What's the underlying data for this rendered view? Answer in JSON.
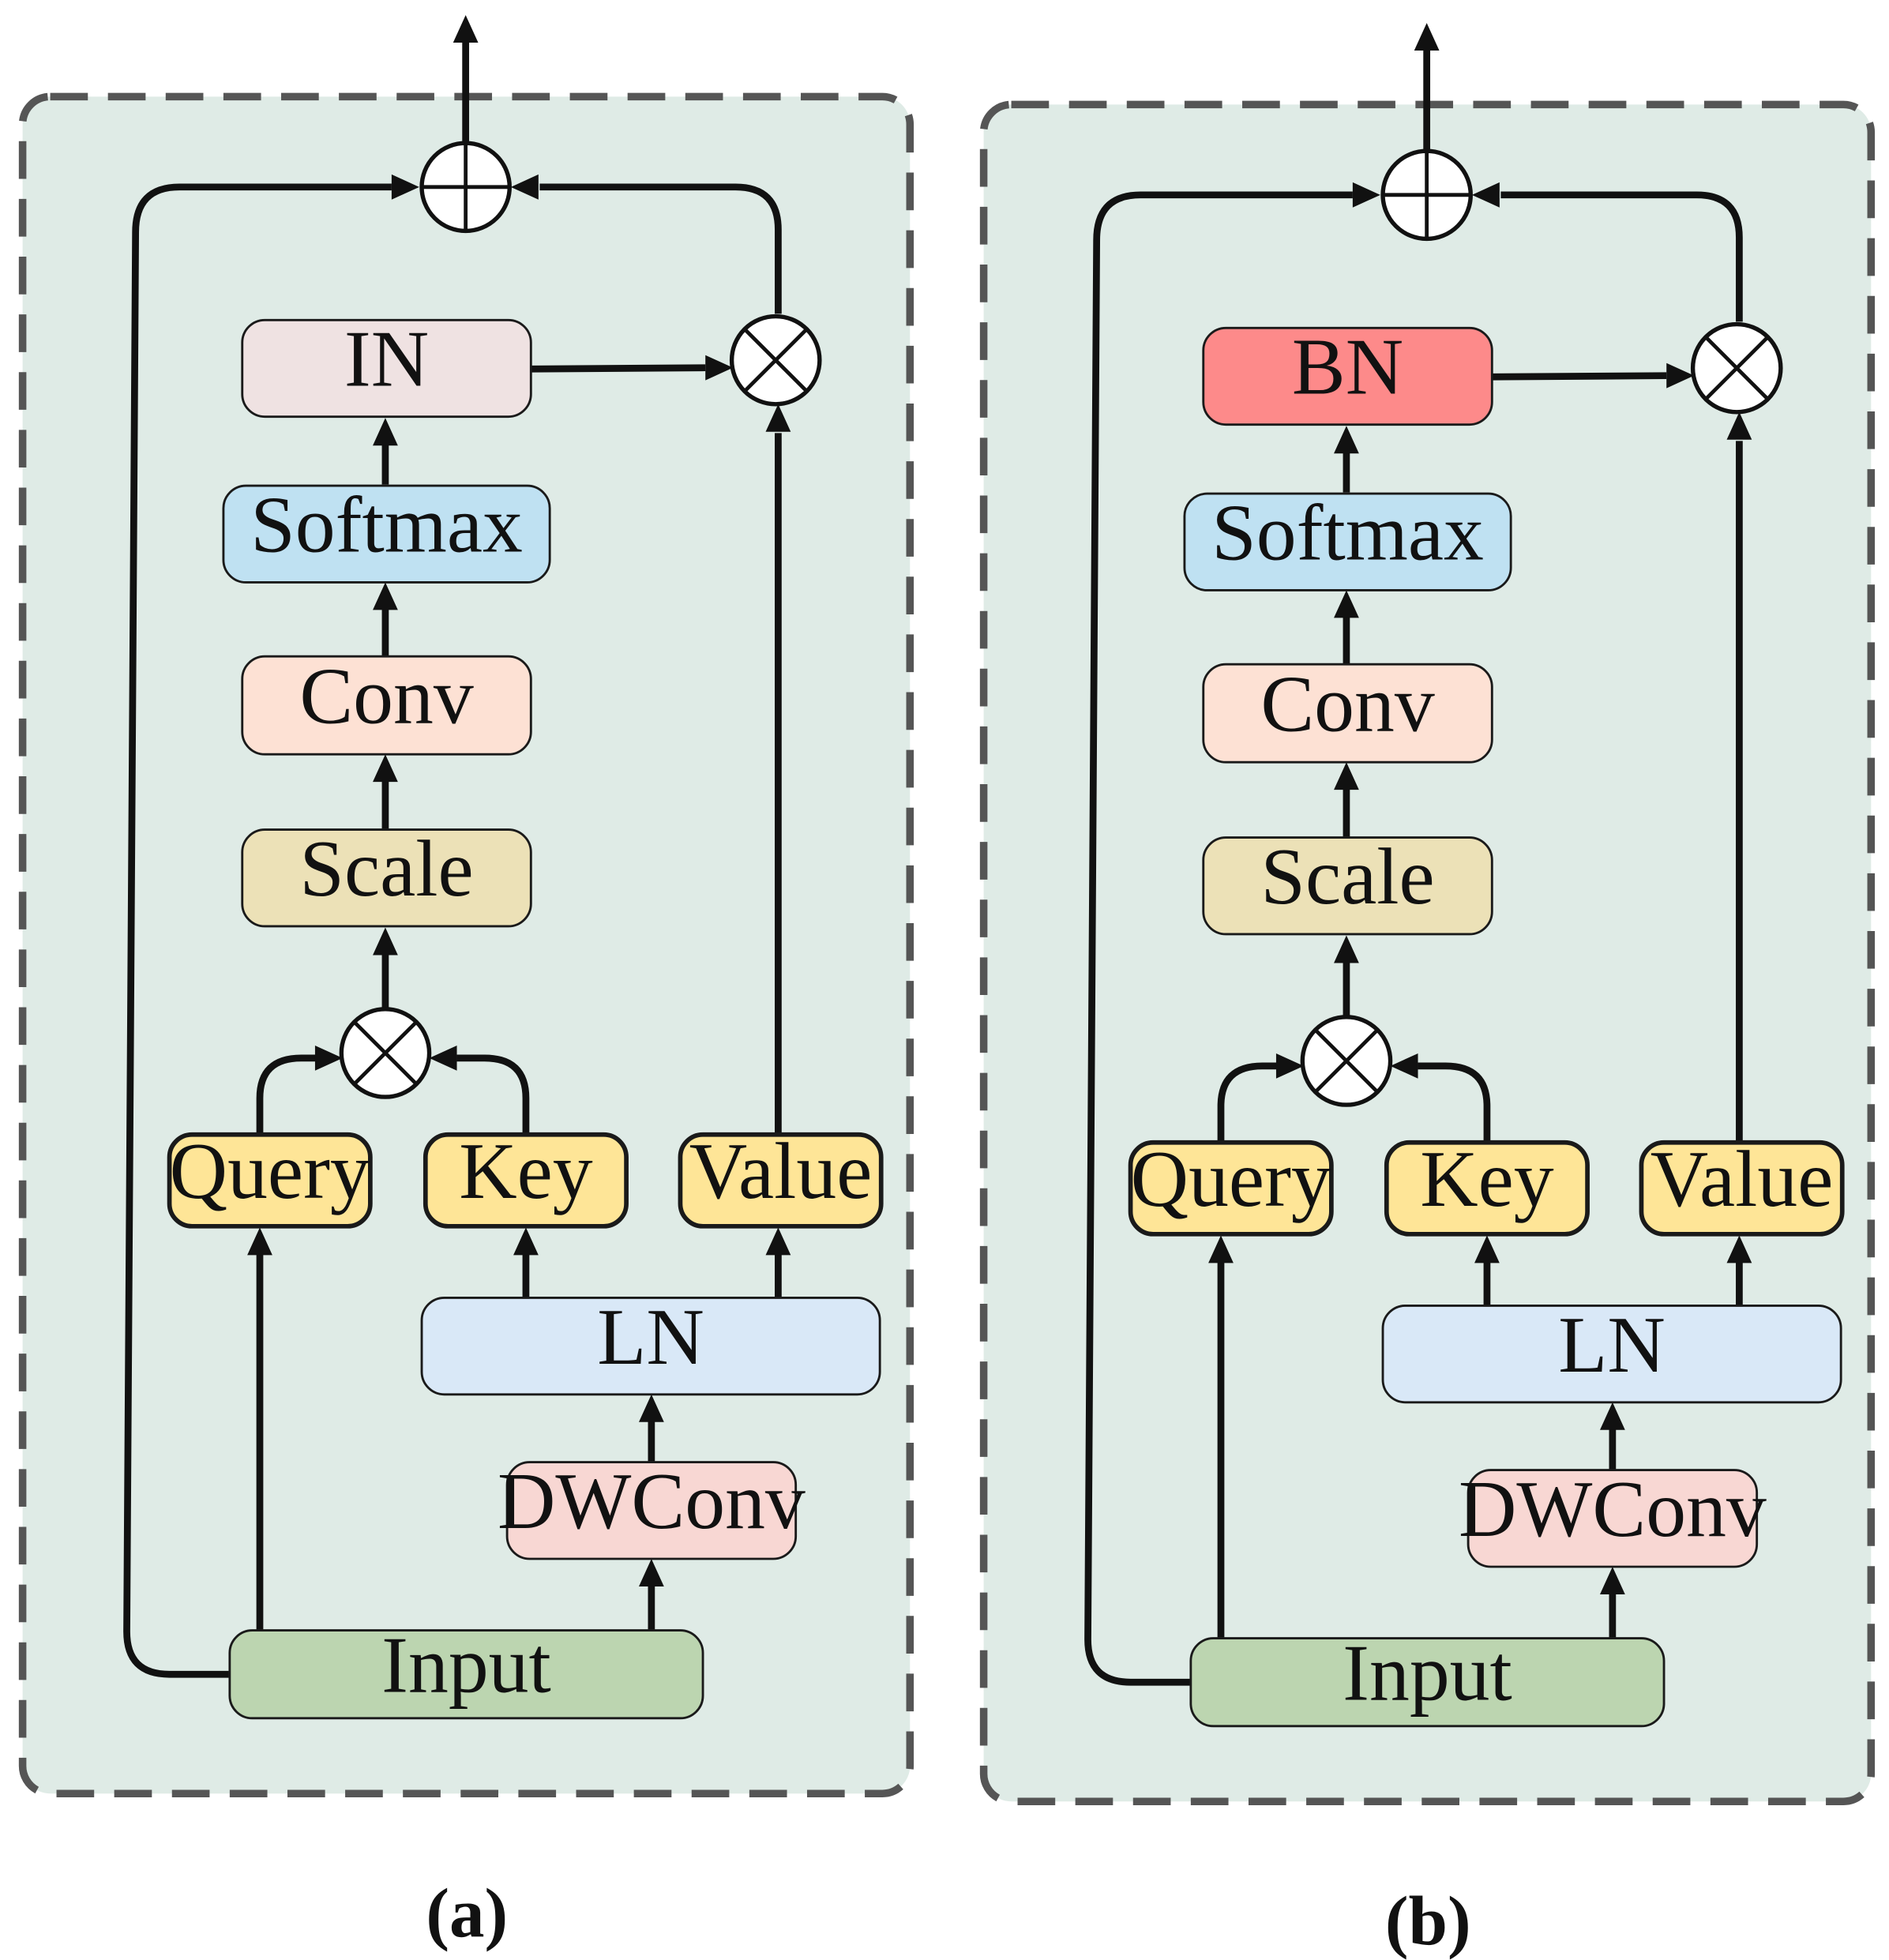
{
  "colors": {
    "panel_fill": "#dfebe6",
    "panel_border": "#555555",
    "in_fill": "#efe2e2",
    "bn_fill": "#fd8a8a",
    "softmax_fill": "#bfe1f2",
    "conv_fill": "#fde1d4",
    "scale_fill": "#ece1b7",
    "qkv_fill": "#fee597",
    "ln_fill": "#d9e8f7",
    "dwconv_fill": "#f8d7d3",
    "input_fill": "#bcd5b0"
  },
  "panels": [
    {
      "caption": "(a)",
      "norm_label": "IN",
      "norm_color": "in",
      "softmax_label": "Softmax",
      "conv_label": "Conv",
      "scale_label": "Scale",
      "query_label": "Query",
      "key_label": "Key",
      "value_label": "Value",
      "ln_label": "LN",
      "dwconv_label": "DWConv",
      "input_label": "Input"
    },
    {
      "caption": "(b)",
      "norm_label": "BN",
      "norm_color": "bn",
      "softmax_label": "Softmax",
      "conv_label": "Conv",
      "scale_label": "Scale",
      "query_label": "Query",
      "key_label": "Key",
      "value_label": "Value",
      "ln_label": "LN",
      "dwconv_label": "DWConv",
      "input_label": "Input"
    }
  ],
  "icons": {
    "multiply": "circled-times-icon",
    "add": "circled-plus-icon",
    "arrow": "arrowhead-icon"
  }
}
